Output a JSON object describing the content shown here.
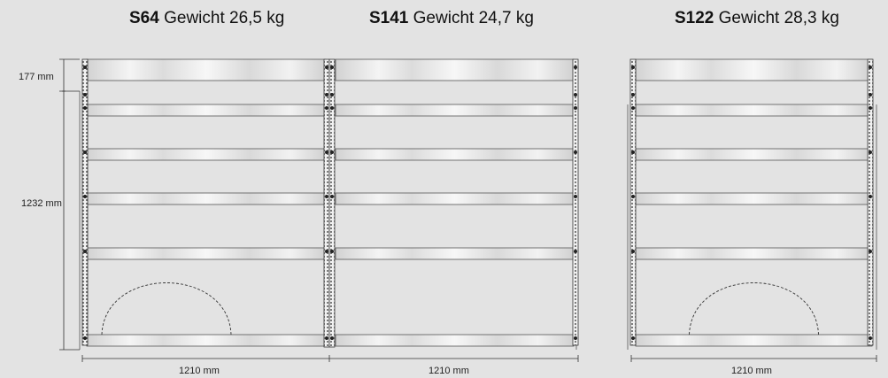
{
  "products": [
    {
      "code": "S64",
      "weight_label": "Gewicht 26,5 kg",
      "width_label": "1210 mm"
    },
    {
      "code": "S141",
      "weight_label": "Gewicht 24,7 kg",
      "width_label": "1210 mm"
    },
    {
      "code": "S122",
      "weight_label": "Gewicht 28,3 kg",
      "width_label": "1210 mm"
    }
  ],
  "dimensions": {
    "top_height": "177 mm",
    "main_height": "1232  mm"
  }
}
